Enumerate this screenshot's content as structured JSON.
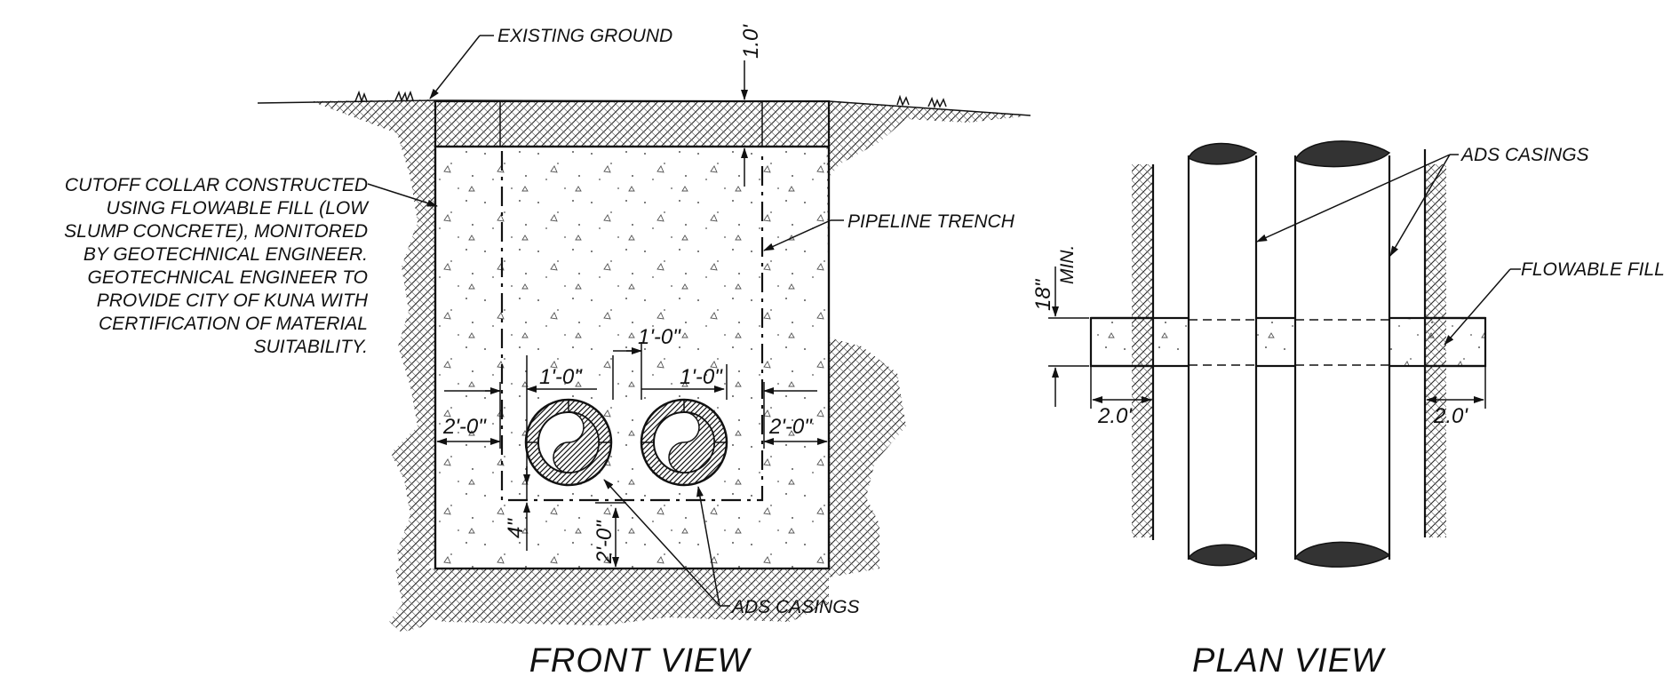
{
  "front_view": {
    "title": "FRONT VIEW",
    "labels": {
      "existing_ground": "EXISTING GROUND",
      "pipeline_trench": "PIPELINE TRENCH",
      "ads_casings": "ADS CASINGS"
    },
    "collar_note": [
      "CUTOFF COLLAR CONSTRUCTED",
      "USING FLOWABLE FILL (LOW",
      "SLUMP CONCRETE), MONITORED",
      "BY GEOTECHNICAL ENGINEER.",
      "GEOTECHNICAL ENGINEER TO",
      "PROVIDE CITY OF KUNA WITH",
      "CERTIFICATION OF MATERIAL",
      "SUITABILITY."
    ],
    "dimensions": {
      "top_cover": "1.0'",
      "left_offset": "2'-0\"",
      "right_offset": "2'-0\"",
      "casing_left": "1'-0\"",
      "casing_right": "1'-0\"",
      "casing_spacing": "1'-0\"",
      "bedding": "4\"",
      "bottom": "2'-0\""
    }
  },
  "plan_view": {
    "title": "PLAN VIEW",
    "labels": {
      "ads_casings": "ADS CASINGS",
      "flowable_fill": "FLOWABLE FILL"
    },
    "dimensions": {
      "width": "18\"",
      "width_note": "MIN.",
      "left_ext": "2.0'",
      "right_ext": "2.0'"
    }
  }
}
